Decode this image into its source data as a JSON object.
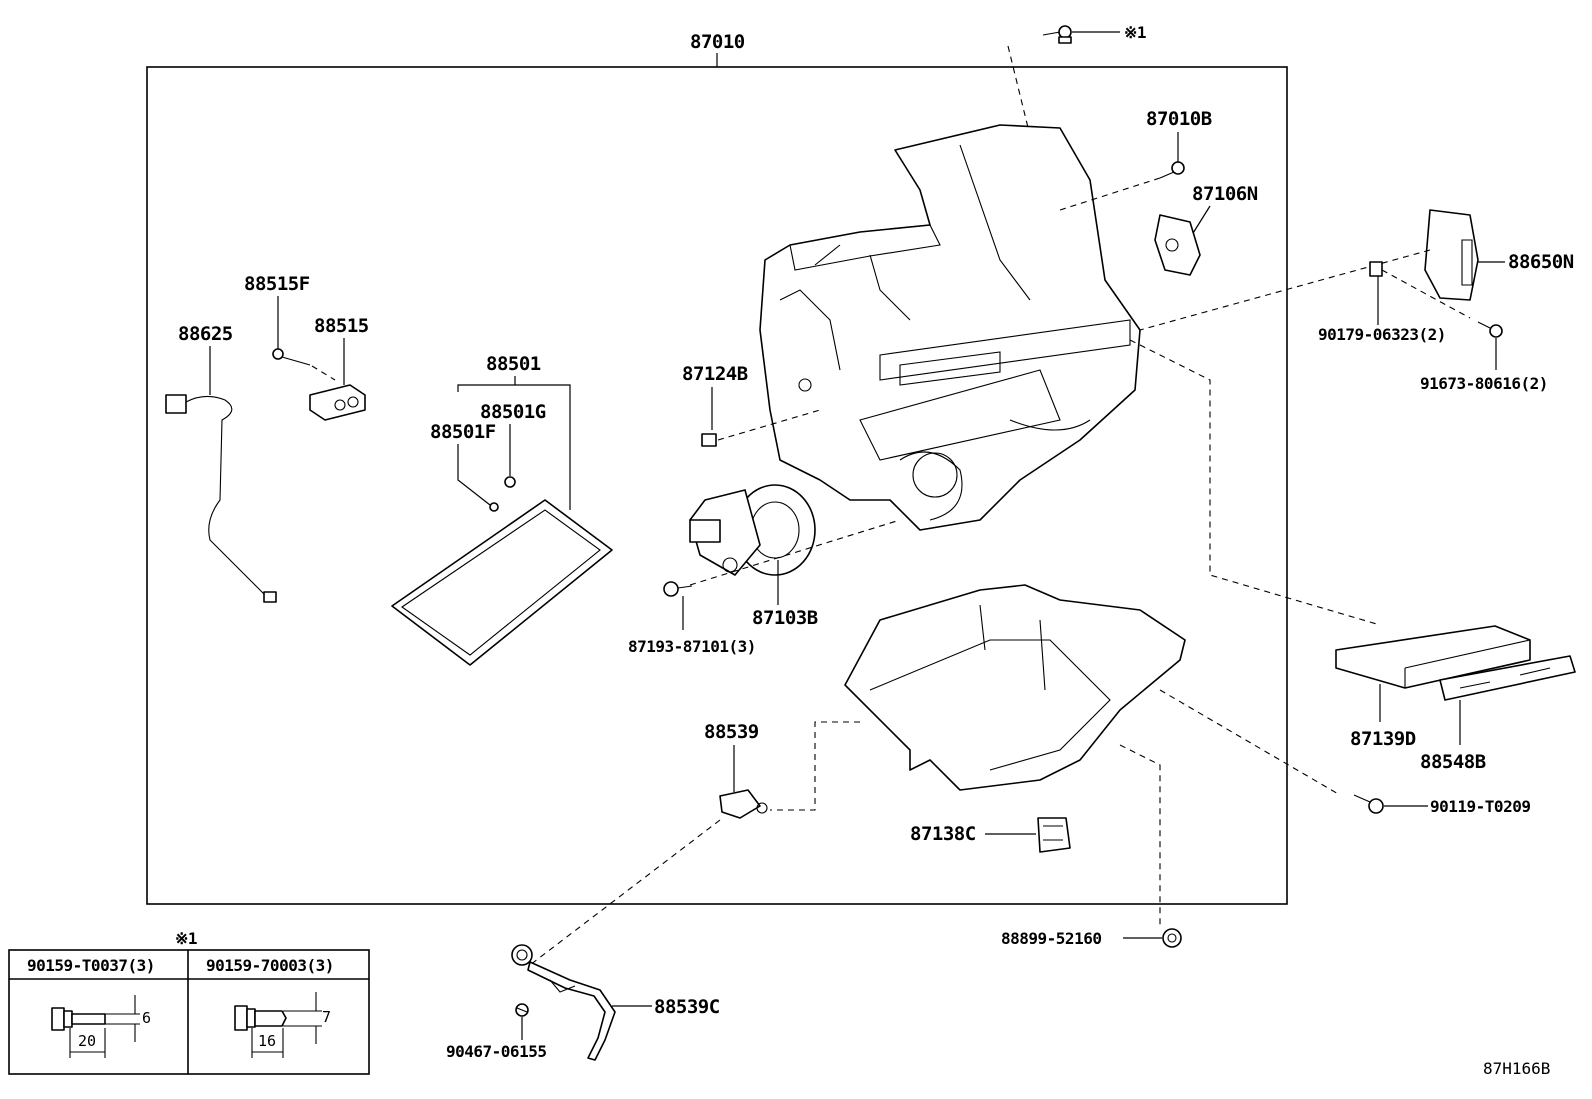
{
  "labels": {
    "assembly": "87010",
    "note_ref_top": "※1",
    "p87010B": "87010B",
    "p87106N": "87106N",
    "p88650N": "88650N",
    "p90179": "90179-06323(2)",
    "p91673": "91673-80616(2)",
    "p88515F": "88515F",
    "p88515": "88515",
    "p88625": "88625",
    "p88501": "88501",
    "p88501G": "88501G",
    "p88501F": "88501F",
    "p87124B": "87124B",
    "p87103B": "87103B",
    "p87193": "87193-87101(3)",
    "p88539": "88539",
    "p87139D": "87139D",
    "p88548B": "88548B",
    "p90119": "90119-T0209",
    "p87138C": "87138C",
    "p88899": "88899-52160",
    "p88539C": "88539C",
    "p90467": "90467-06155",
    "diagram_code": "87H166B"
  },
  "legend": {
    "ref": "※1",
    "col1": "90159-T0037(3)",
    "col2": "90159-70003(3)",
    "dim_a_len": "20",
    "dim_a_dia": "6",
    "dim_b_len": "16",
    "dim_b_dia": "7"
  }
}
